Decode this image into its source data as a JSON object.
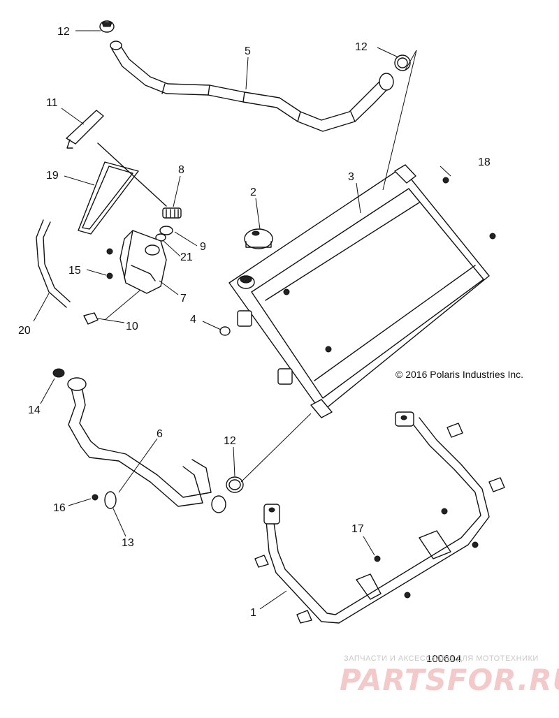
{
  "callouts": {
    "c1": "1",
    "c2": "2",
    "c3": "3",
    "c4": "4",
    "c5": "5",
    "c6": "6",
    "c7": "7",
    "c8": "8",
    "c9": "9",
    "c10": "10",
    "c11": "11",
    "c12a": "12",
    "c12b": "12",
    "c12c": "12",
    "c13": "13",
    "c14": "14",
    "c15": "15",
    "c16": "16",
    "c17": "17",
    "c18": "18",
    "c19": "19",
    "c20": "20",
    "c21": "21"
  },
  "copyright": "© 2016 Polaris Industries Inc.",
  "diagram_id": "100604",
  "watermark": {
    "tagline": "ЗАПЧАСТИ И АКСЕССУАРЫ ДЛЯ МОТОТЕХНИКИ",
    "brand": "PARTSFOR.RU"
  }
}
